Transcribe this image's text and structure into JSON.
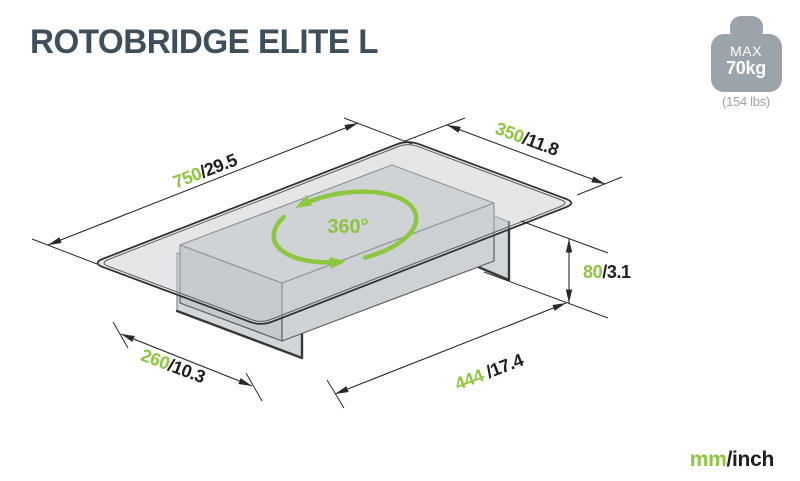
{
  "title": "ROTOBRIDGE ELITE L",
  "weight_badge": {
    "line1": "MAX",
    "line2": "70kg",
    "subtext": "(154 lbs)"
  },
  "rotation": {
    "label": "360°"
  },
  "units_legend": {
    "metric": "mm",
    "imperial": "/inch"
  },
  "dimensions": {
    "top_length": {
      "mm": "750",
      "inch": "/29.5"
    },
    "top_depth": {
      "mm": "350",
      "inch": "/11.8"
    },
    "height": {
      "mm": "80",
      "inch": "/3.1"
    },
    "foot_depth": {
      "mm": "260",
      "inch": "/10.3"
    },
    "base_span": {
      "mm": "444",
      "inch": " /17.4"
    }
  },
  "colors": {
    "accent_green": "#8dc63f",
    "title_slate": "#3e4e5a",
    "badge_gray": "#9aa4aa",
    "line_dark": "#2a2a2a",
    "text_dark": "#1e1e1c"
  }
}
